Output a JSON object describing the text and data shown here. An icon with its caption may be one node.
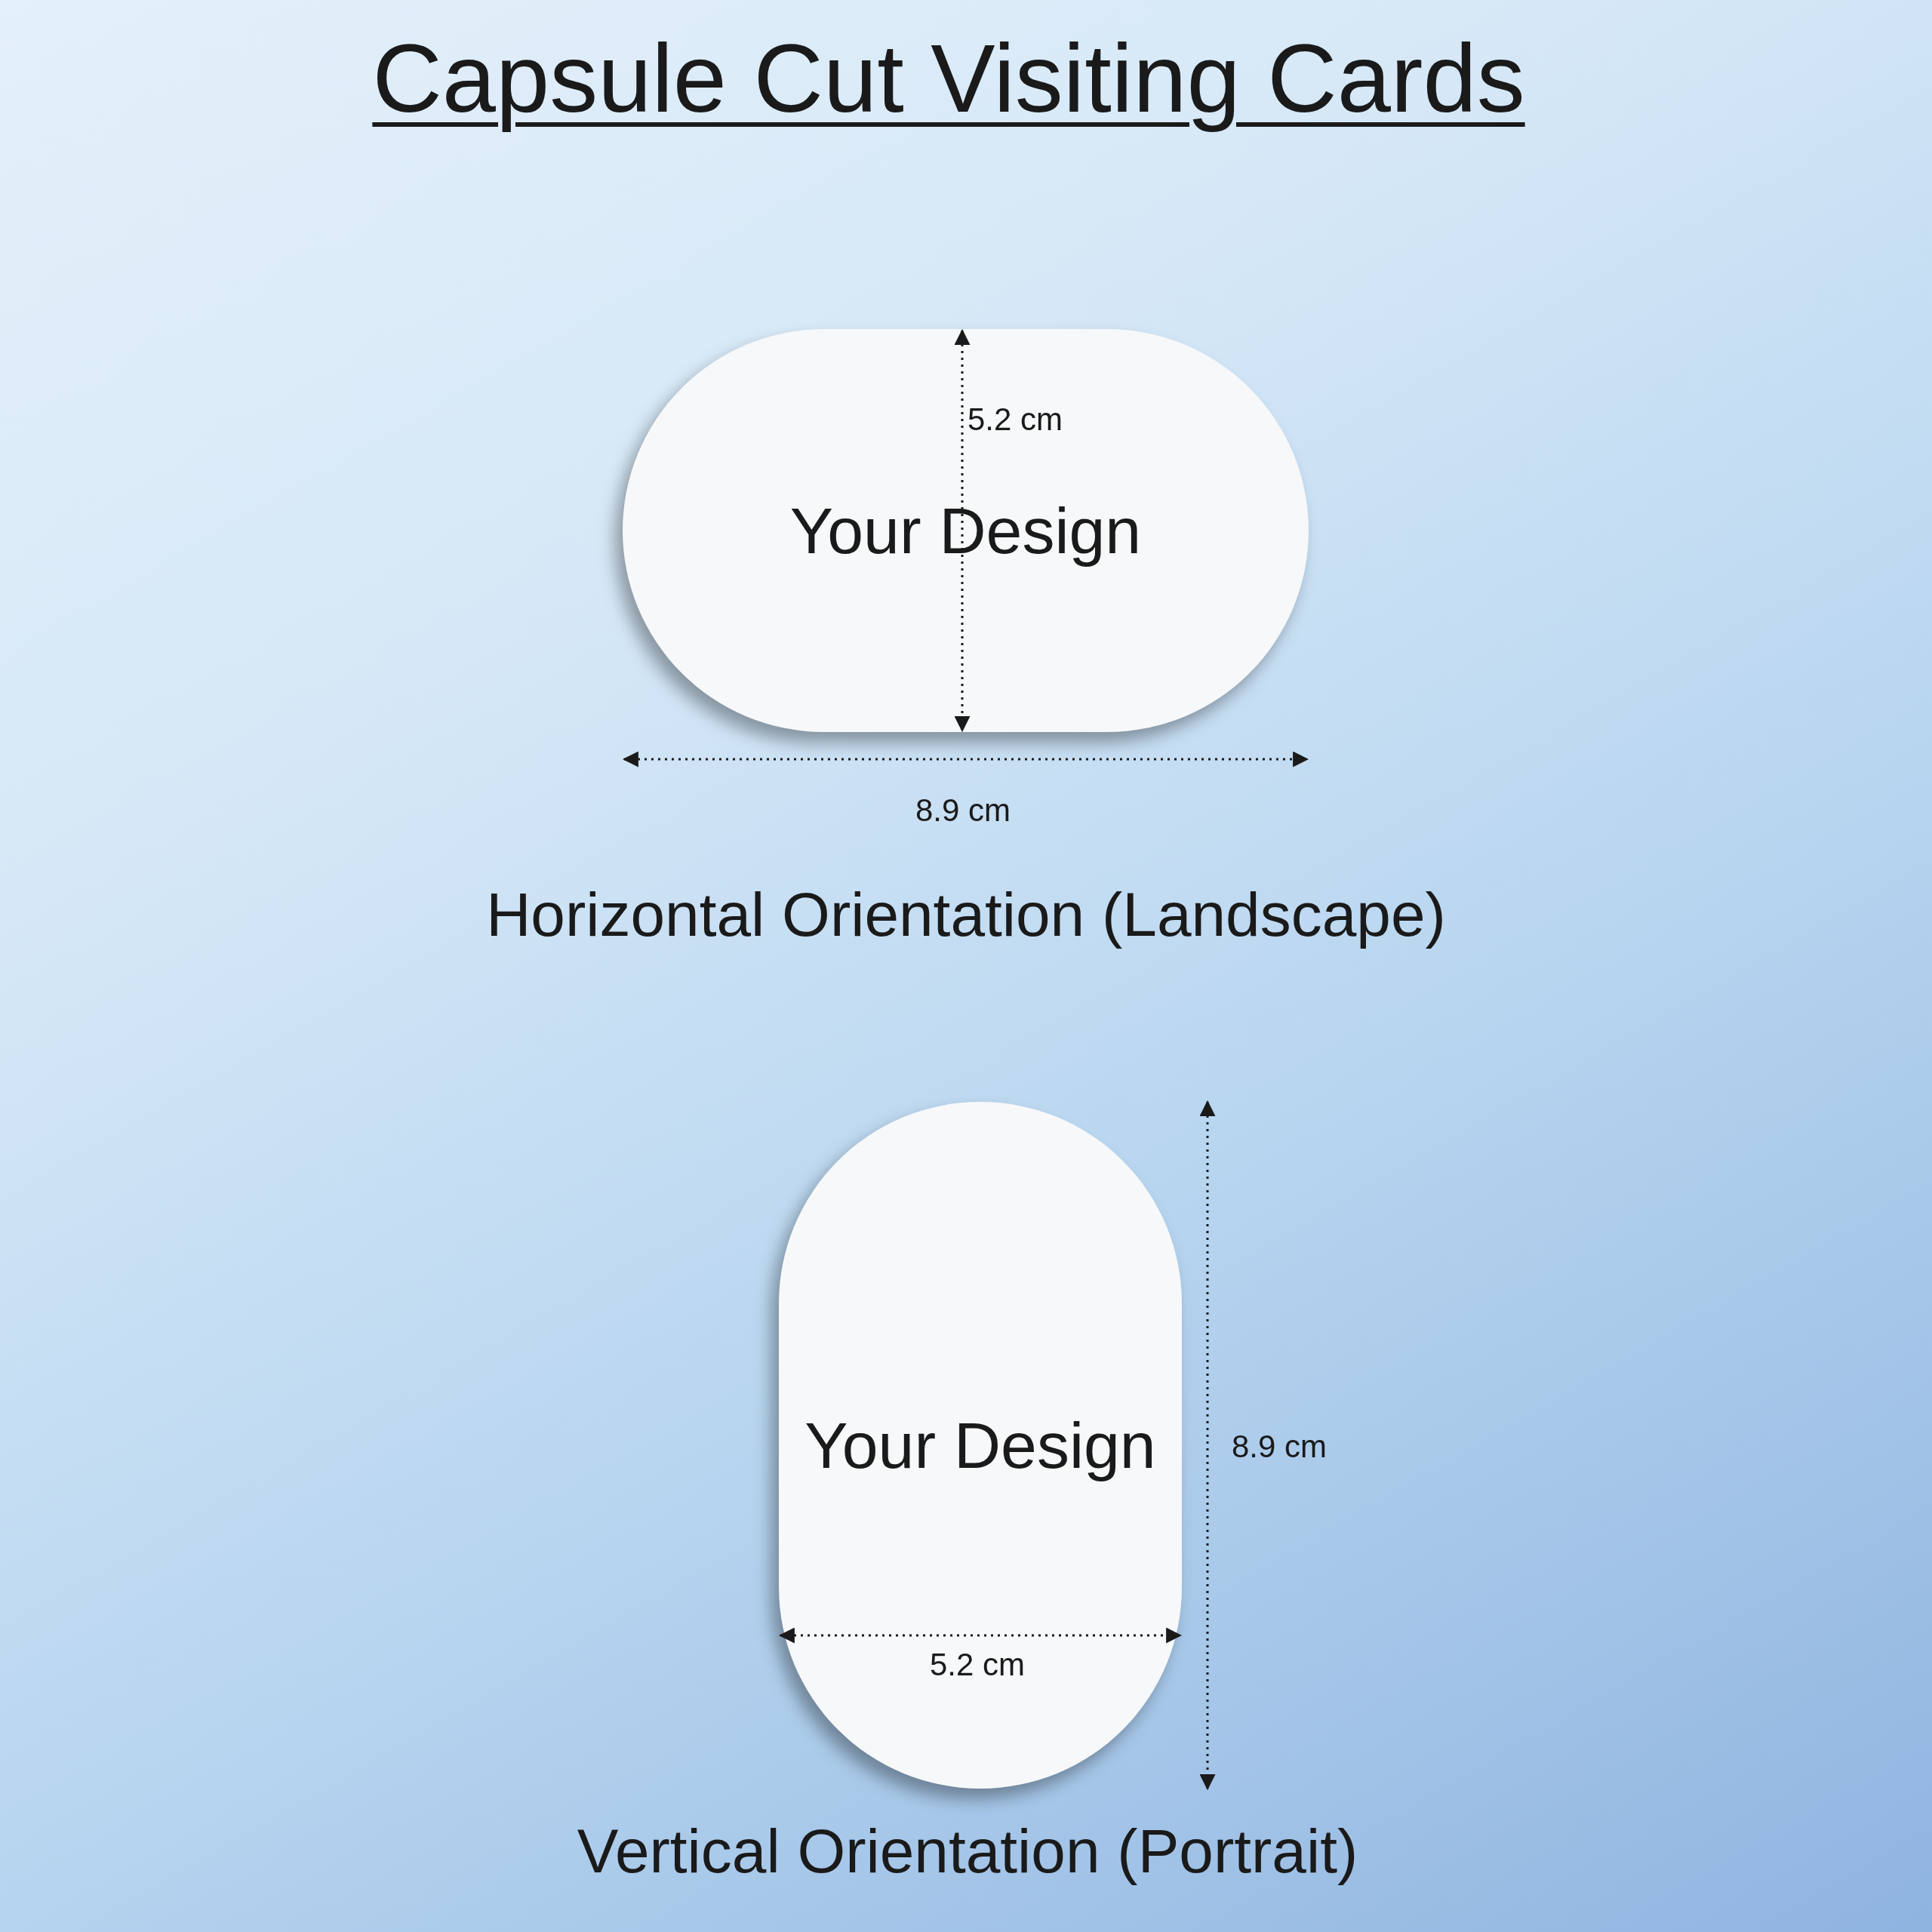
{
  "diagram": {
    "title": "Capsule Cut Visiting Cards",
    "nodes": [
      {
        "text": [
          "Your Design"
        ],
        "beside": [
          "Horizontal Orientation (Landscape)"
        ]
      },
      {
        "text": [
          "Your Design"
        ],
        "beside": [
          "Vertical Orientation (Portrait)"
        ]
      }
    ],
    "labels": [
      "5.2 cm",
      "8.9 cm",
      "8.9 cm",
      "5.2 cm"
    ]
  }
}
